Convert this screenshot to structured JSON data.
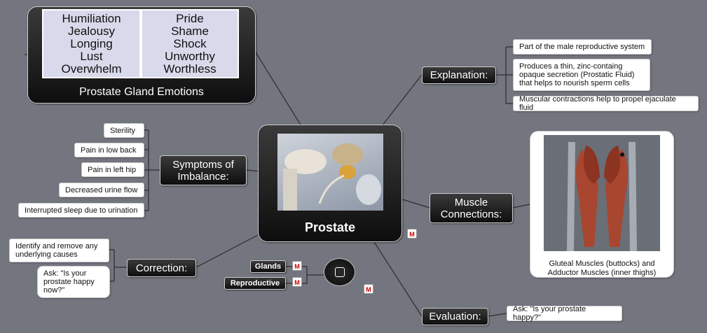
{
  "central": {
    "title": "Prostate"
  },
  "emotions": {
    "caption": "Prostate Gland Emotions",
    "left": [
      "Humiliation",
      "Jealousy",
      "Longing",
      "Lust",
      "Overwhelm"
    ],
    "right": [
      "Pride",
      "Shame",
      "Shock",
      "Unworthy",
      "Worthless"
    ]
  },
  "explanation": {
    "label": "Explanation:",
    "items": [
      "Part of the male reproductive system",
      "Produces a thin, zinc-containg opaque secretion (Prostatic Fluid) that helps to nourish sperm cells",
      "Muscular contractions help to propel ejaculate fluid"
    ]
  },
  "symptoms": {
    "label": "Symptoms of Imbalance:",
    "items": [
      "Sterility",
      "Pain in low back",
      "Pain in left hip",
      "Decreased urine flow",
      "Interrupted sleep due to urination"
    ]
  },
  "muscle": {
    "label": "Muscle Connections:",
    "caption": "Gluteal Muscles (buttocks) and Adductor Muscles (inner thighs)"
  },
  "correction": {
    "label": "Correction:",
    "items": [
      "Identify and remove any underlying causes",
      "Ask: \"Is your prostate happy now?\""
    ]
  },
  "evaluation": {
    "label": "Evaluation:",
    "items": [
      "Ask: \"Is your prostate happy?\""
    ]
  },
  "tags": [
    "Glands",
    "Reproductive"
  ],
  "colors": {
    "background": "#73757f",
    "node_dark": "#1a1a1a",
    "muscle": "#a84630",
    "emotions_fill": "#d9d9ec"
  }
}
